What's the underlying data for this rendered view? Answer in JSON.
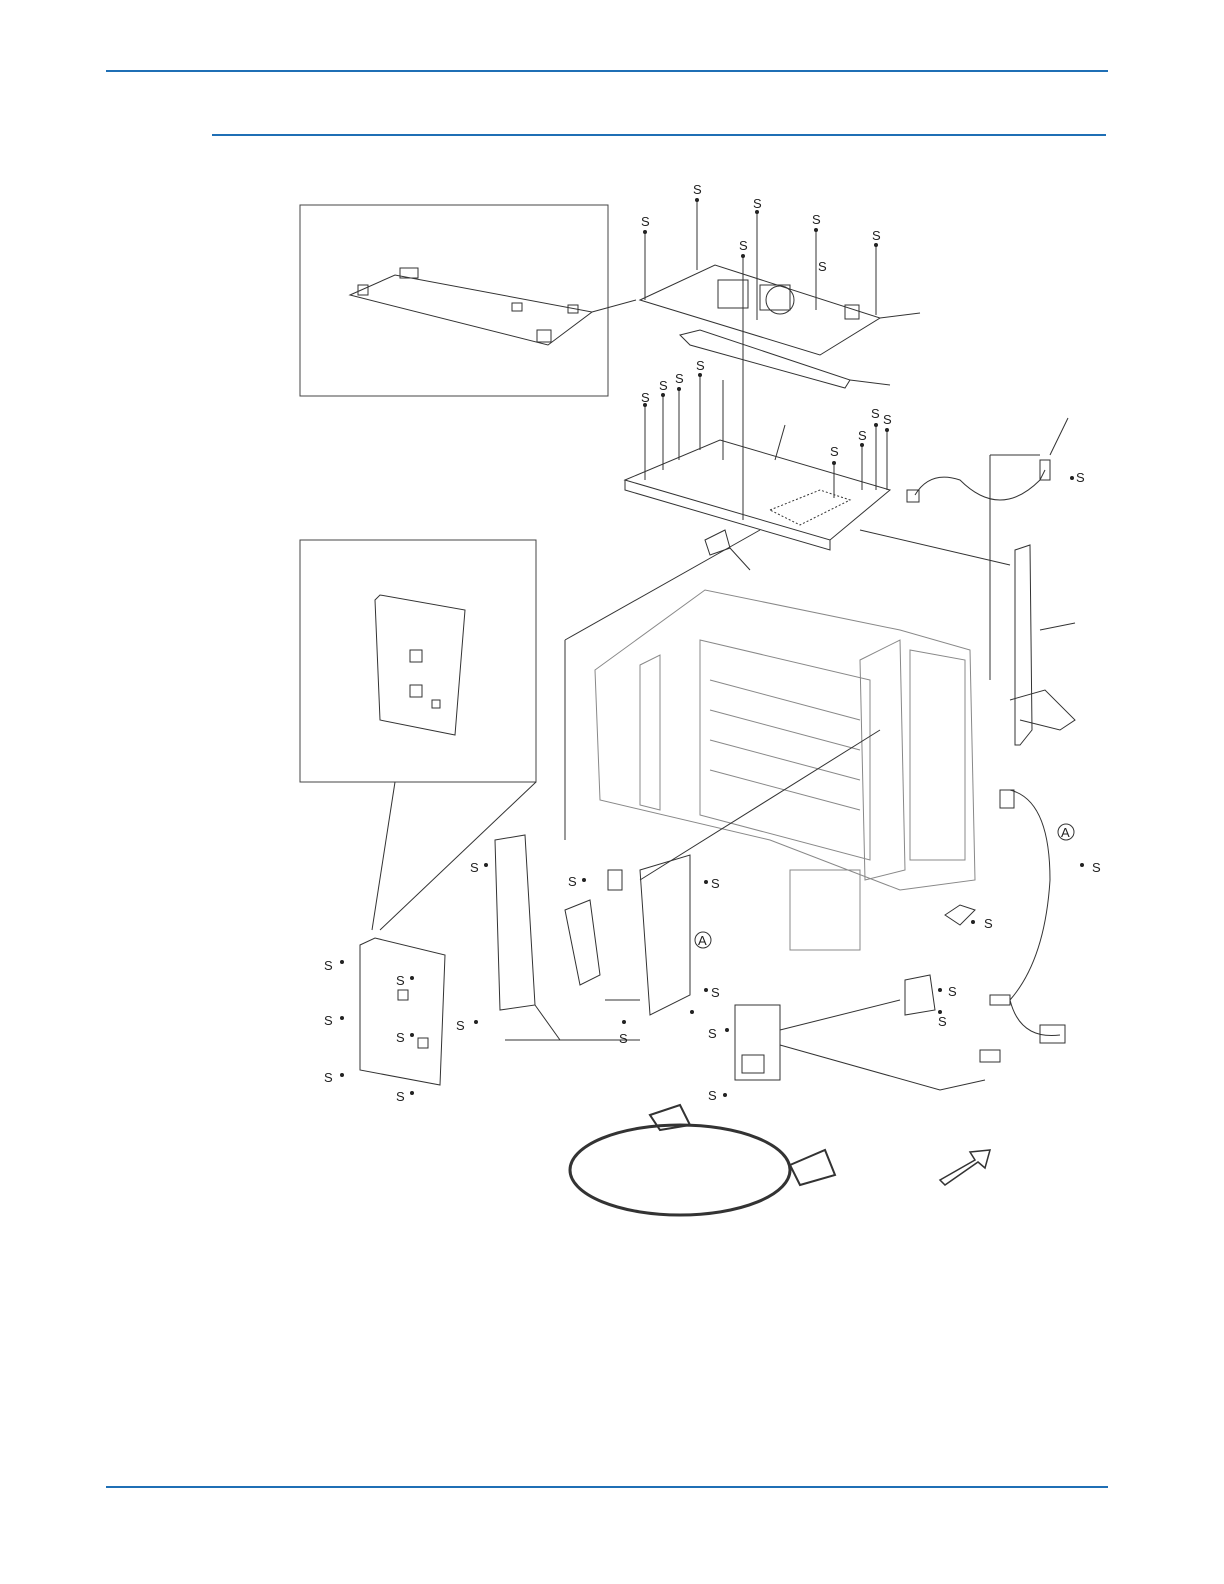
{
  "page": {
    "rule_color": "#1f6fb5"
  },
  "diagram": {
    "screw_label": "S",
    "connector_label": "A",
    "screw_count": 34,
    "connector_count": 2
  }
}
